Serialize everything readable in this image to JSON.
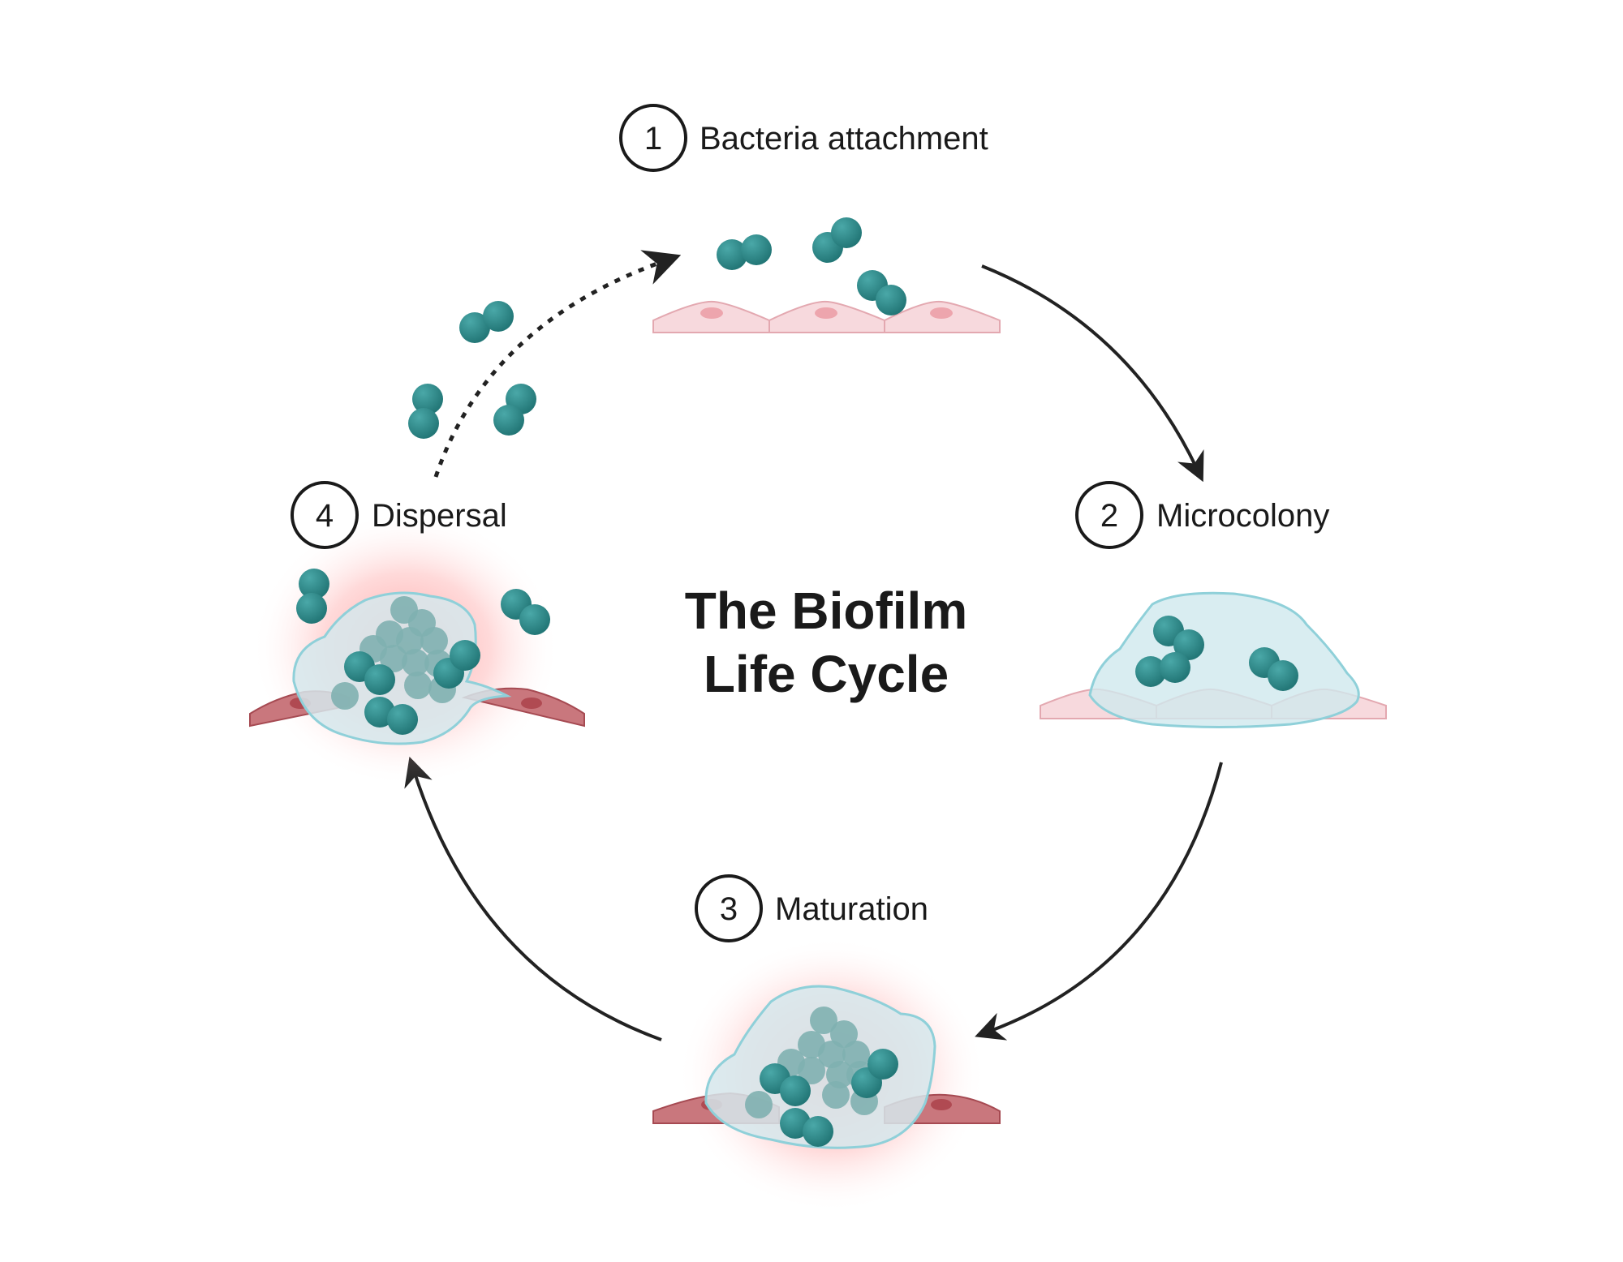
{
  "title": {
    "line1": "The Biofilm",
    "line2": "Life Cycle"
  },
  "steps": [
    {
      "number": "1",
      "label": "Bacteria attachment"
    },
    {
      "number": "2",
      "label": "Microcolony"
    },
    {
      "number": "3",
      "label": "Maturation"
    },
    {
      "number": "4",
      "label": "Dispersal"
    }
  ],
  "colors": {
    "bacteria": "#2e8b8c",
    "bacteria_faded": "#7fb2b2",
    "healthy_cell": "#f6d6da",
    "healthy_cell_stroke": "#e2a6ae",
    "infected_cell": "#c8777c",
    "infected_cell_stroke": "#a8484f",
    "matrix_fill": "#d5ebf0",
    "matrix_stroke": "#8ecfd8",
    "glow": "#ff6b6b",
    "arrow": "#222222"
  }
}
